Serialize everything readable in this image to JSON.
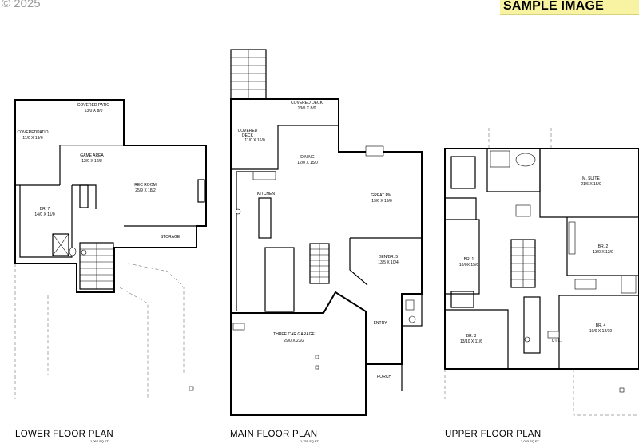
{
  "header": {
    "copyright": "© 2025",
    "watermark": "SAMPLE IMAGE"
  },
  "plans": {
    "lower": {
      "title": "LOWER FLOOR PLAN",
      "sqft": "1,067 SQ.FT.",
      "rooms": {
        "covered_patio": "COVERED PATIO",
        "covered_patio_dim": "13/0 X 8/0",
        "covered_patio2": "COVEREDPATIO",
        "covered_patio2_dim": "11/0 X 19/0",
        "game_area": "GAME AREA",
        "game_area_dim": "12/0 X 12/8",
        "rec_room": "REC ROOM",
        "rec_room_dim": "25/9 X 18/2",
        "br7": "BR. 7",
        "br7_dim": "14/0 X 11/0",
        "storage": "STORAGE"
      }
    },
    "main": {
      "title": "MAIN FLOOR PLAN",
      "sqft": "1,755 SQ.FT.",
      "rooms": {
        "covered_deck": "COVERED DECK",
        "covered_deck_dim": "13/0 X 8/0",
        "covered_deck2": "COVERED",
        "covered_deck2b": "DECK",
        "covered_deck2_dim": "11/0 X 16/0",
        "dining": "DINING",
        "dining_dim": "12/0 X 15/0",
        "great_rm": "GREAT RM.",
        "great_rm_dim": "19/6 X 19/0",
        "kitchen": "KITCHEN",
        "den": "DEN/BR. 5",
        "den_dim": "13/5 X 10/4",
        "entry": "ENTRY",
        "garage": "THREE CAR GARAGE",
        "garage_dim": "29/0 X 23/2",
        "porch": "PORCH"
      }
    },
    "upper": {
      "title": "UPPER FLOOR PLAN",
      "sqft": "2,033 SQ.FT.",
      "rooms": {
        "m_suite": "M. SUITE",
        "m_suite_dim": "21/6 X 15/0",
        "br1": "BR. 1",
        "br1_dim": "10/0X 15/0",
        "br2": "BR. 2",
        "br2_dim": "13/0 X 12/0",
        "br3": "BR. 3",
        "br3_dim": "13/10 X 11/6",
        "br4": "BR. 4",
        "br4_dim": "10/0 X 12/10",
        "util": "UTIL."
      }
    }
  }
}
